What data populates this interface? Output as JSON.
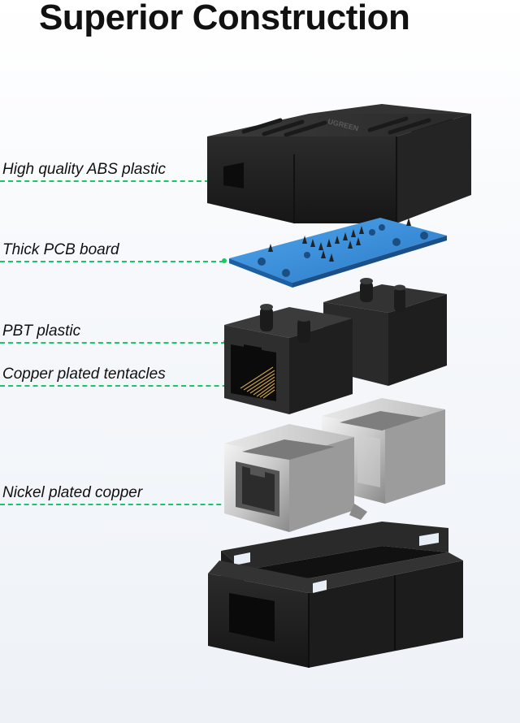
{
  "title": "Superior Construction",
  "brand_mark": "UGREEN",
  "accent_color": "#1cc46a",
  "labels": [
    "High quality ABS plastic",
    "Thick PCB board",
    "PBT plastic",
    "Copper plated tentacles",
    "Nickel plated copper"
  ]
}
